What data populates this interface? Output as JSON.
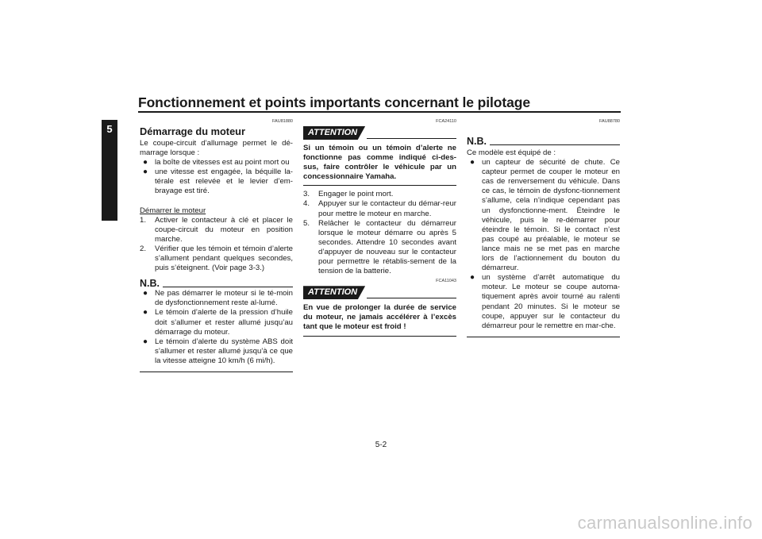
{
  "header": {
    "title": "Fonctionnement et points importants concernant le pilotage",
    "chapter": "5"
  },
  "col1": {
    "code": "FAU81880",
    "heading": "Démarrage du moteur",
    "intro": "Le coupe-circuit d’allumage permet le dé-marrage lorsque :",
    "bullets": [
      "la boîte de vitesses est au point mort ou",
      "une vitesse est engagée, la béquille la-térale est relevée et le levier d’em-brayage est tiré."
    ],
    "subtitle": "Démarrer le moteur",
    "steps": [
      {
        "num": "1.",
        "text": "Activer le contacteur à clé et placer le coupe-circuit du moteur en position marche."
      },
      {
        "num": "2.",
        "text": "Vérifier que les témoin et témoin d’alerte s’allument pendant quelques secondes, puis s’éteignent. (Voir page 3-3.)"
      }
    ],
    "nb_label": "N.B.",
    "nb_bullets": [
      "Ne pas démarrer le moteur si le té-moin de dysfonctionnement reste al-lumé.",
      "Le témoin d’alerte de la pression d’huile doit s’allumer et rester allumé jusqu’au démarrage du moteur.",
      "Le témoin d’alerte du système ABS doit s’allumer et rester allumé jusqu’à ce que la vitesse atteigne 10 km/h (6 mi/h)."
    ]
  },
  "col2": {
    "code1": "FCA24110",
    "attention1_label": "ATTENTION",
    "attention1_text": "Si un témoin ou un témoin d’alerte ne fonctionne pas comme indiqué ci-des-sus, faire contrôler le véhicule par un concessionnaire Yamaha.",
    "steps": [
      {
        "num": "3.",
        "text": "Engager le point mort."
      },
      {
        "num": "4.",
        "text": "Appuyer sur le contacteur du démar-reur pour mettre le moteur en marche."
      },
      {
        "num": "5.",
        "text": "Relâcher le contacteur du démarreur lorsque le moteur démarre ou après 5 secondes. Attendre 10 secondes avant d’appuyer de nouveau sur le contacteur pour permettre le rétablis-sement de la tension de la batterie."
      }
    ],
    "code2": "FCA11043",
    "attention2_label": "ATTENTION",
    "attention2_text": "En vue de prolonger la durée de service du moteur, ne jamais accélérer à l’excès tant que le moteur est froid !"
  },
  "col3": {
    "code": "FAU88780",
    "nb_label": "N.B.",
    "intro": "Ce modèle est équipé de :",
    "bullets": [
      "un capteur de sécurité de chute. Ce capteur permet de couper le moteur en cas de renversement du véhicule. Dans ce cas, le témoin de dysfonc-tionnement s’allume, cela n’indique cependant pas un dysfonctionne-ment. Éteindre le véhicule, puis le re-démarrer pour éteindre le témoin. Si le contact n’est pas coupé au préalable, le moteur se lance mais ne se met pas en marche lors de l’actionnement du bouton du démarreur.",
      "un système d’arrêt automatique du moteur. Le moteur se coupe automa-tiquement après avoir tourné au ralenti pendant 20 minutes. Si le moteur se coupe, appuyer sur le contacteur du démarreur pour le remettre en mar-che."
    ]
  },
  "footer": {
    "page_number": "5-2",
    "watermark": "carmanualsonline.info"
  }
}
